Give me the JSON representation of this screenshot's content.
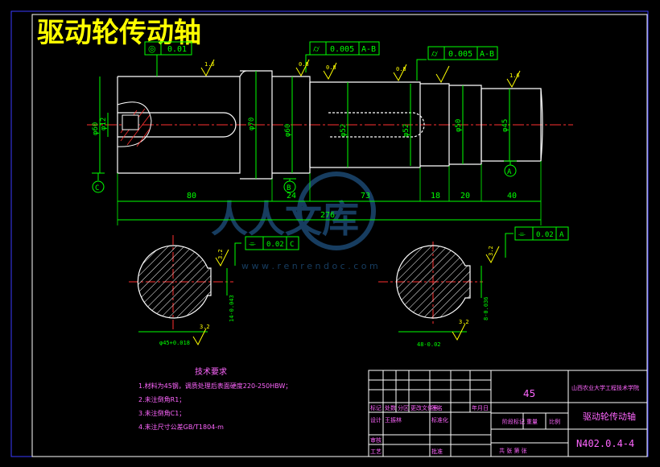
{
  "title": "驱动轮传动轴",
  "watermark": {
    "brand": "人人文库",
    "url": "w w w . r e n r e n d o c . c o m"
  },
  "gdt": {
    "left_symbol": "◎",
    "left_value": "0.01",
    "mid_symbol": "⌭",
    "mid_value": "0.005",
    "mid_datum": "A-B",
    "right_symbol": "⌭",
    "right_value": "0.005",
    "right_datum": "A-B",
    "section_c_symbol": "⌯",
    "section_c_value": "0.02",
    "section_c_datum": "C",
    "section_a_symbol": "⌯",
    "section_a_value": "0.02",
    "section_a_datum": "A"
  },
  "roughness": {
    "r1": "1.6",
    "r2": "0.8",
    "r3": "0.8",
    "r4": "0.8",
    "r5": "1.6",
    "r6": "3.2",
    "r7": "3.2",
    "r8": "3.2",
    "r9": "3.2"
  },
  "diameters": {
    "d1": "φ60",
    "d1b": "φ12",
    "d2": "φ70",
    "d3": "φ60",
    "d4": "φ52",
    "d5": "φ52",
    "d6": "φ50",
    "d7": "φ45"
  },
  "datums": {
    "c": "C",
    "b": "B",
    "a": "A"
  },
  "lengths": {
    "l80": "80",
    "l24": "24",
    "l73": "73",
    "l18": "18",
    "l20": "20",
    "l40": "40",
    "total": "276"
  },
  "sections": {
    "left_width": "14-0.043",
    "left_dia": "φ45+0.018",
    "right_width": "8-0.036",
    "right_dia": "48-0.02"
  },
  "tech": {
    "heading": "技术要求",
    "items": [
      "1.材料为45钢，调质处理后表面硬度220-250HBW；",
      "2.未注倒角R1；",
      "3.未注倒角C1；",
      "4.未注尺寸公差GB/T1804-m"
    ]
  },
  "titleblock": {
    "material": "45",
    "school": "山西农业大学工程技术学院",
    "part_name": "驱动轮传动轴",
    "drawing_no": "N402.0.4-4",
    "row1": [
      "标记",
      "处数",
      "分区",
      "更改文件号",
      "签名",
      "年月日"
    ],
    "row2": [
      "设计",
      "王振林",
      "",
      "标准化",
      ""
    ],
    "row3": [
      "审核",
      ""
    ],
    "row4": [
      "工艺",
      "",
      "批准"
    ],
    "stage_label": "阶段标记",
    "weight_label": "重量",
    "scale_label": "比例",
    "sheet_label": "共  张 第  张"
  }
}
